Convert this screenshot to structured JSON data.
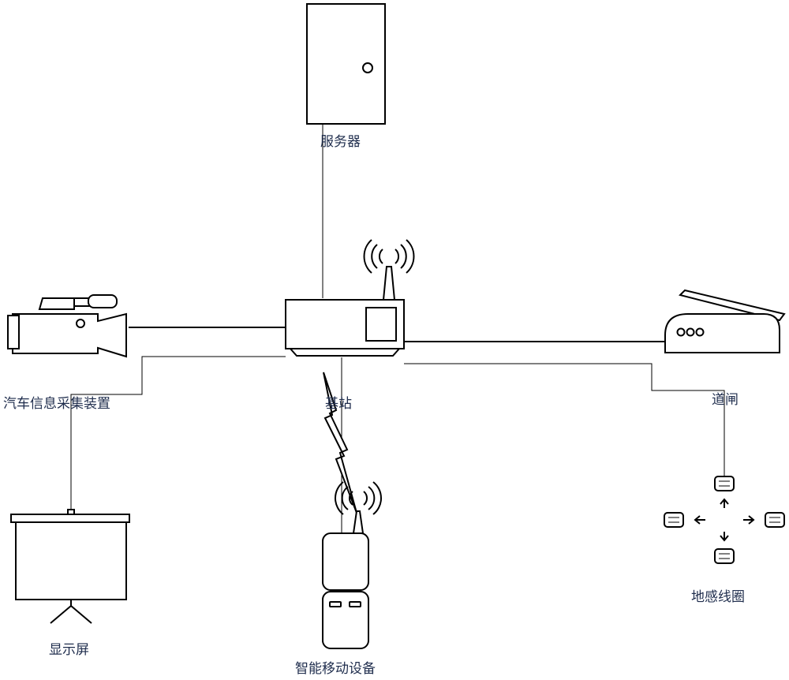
{
  "labels": {
    "server": "服务器",
    "car_info_device": "汽车信息采集装置",
    "base_station": "基站",
    "gate": "道闸",
    "display_screen": "显示屏",
    "smart_mobile_device": "智能移动设备",
    "ground_loop": "地感线圈"
  },
  "colors": {
    "line": "#000000",
    "label": "#1f2d4d",
    "background": "#ffffff"
  }
}
